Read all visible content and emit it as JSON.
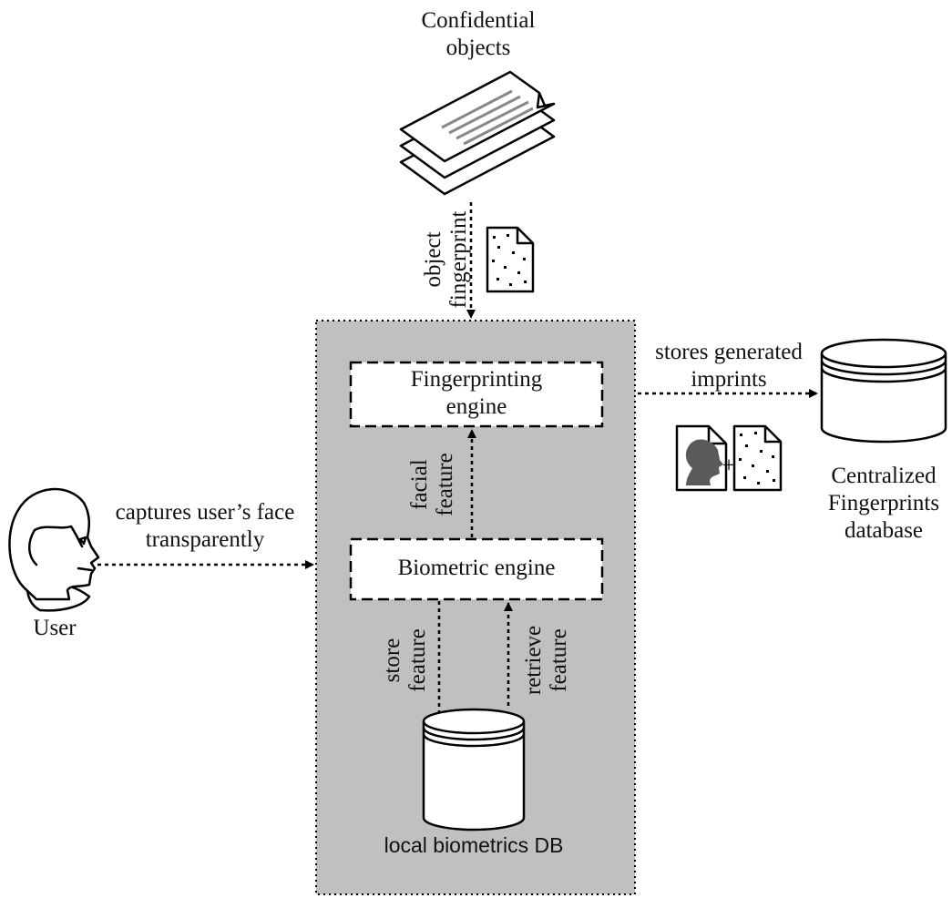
{
  "confidential_objects": {
    "line1": "Confidential",
    "line2": "objects"
  },
  "object_fingerprint": {
    "line1": "object",
    "line2": "fingerprint"
  },
  "fingerprinting_engine": {
    "line1": "Fingerprinting",
    "line2": "engine"
  },
  "facial_feature": {
    "line1": "facial",
    "line2": "feature"
  },
  "biometric_engine": {
    "label": "Biometric engine"
  },
  "store_feature": {
    "line1": "store",
    "line2": "feature"
  },
  "retrieve_feature": {
    "line1": "retrieve",
    "line2": "feature"
  },
  "local_db": {
    "label": "local biometrics DB"
  },
  "user": {
    "label": "User"
  },
  "captures": {
    "line1": "captures user’s face",
    "line2": "transparently"
  },
  "stores": {
    "line1": "stores generated",
    "line2": "imprints"
  },
  "plus_sign": "+",
  "central_db": {
    "line1": "Centralized",
    "line2": "Fingerprints",
    "line3": "database"
  },
  "colors": {
    "system_fill": "#c0c0c0",
    "face_fill": "#5a5a5a",
    "stroke": "#000000"
  }
}
